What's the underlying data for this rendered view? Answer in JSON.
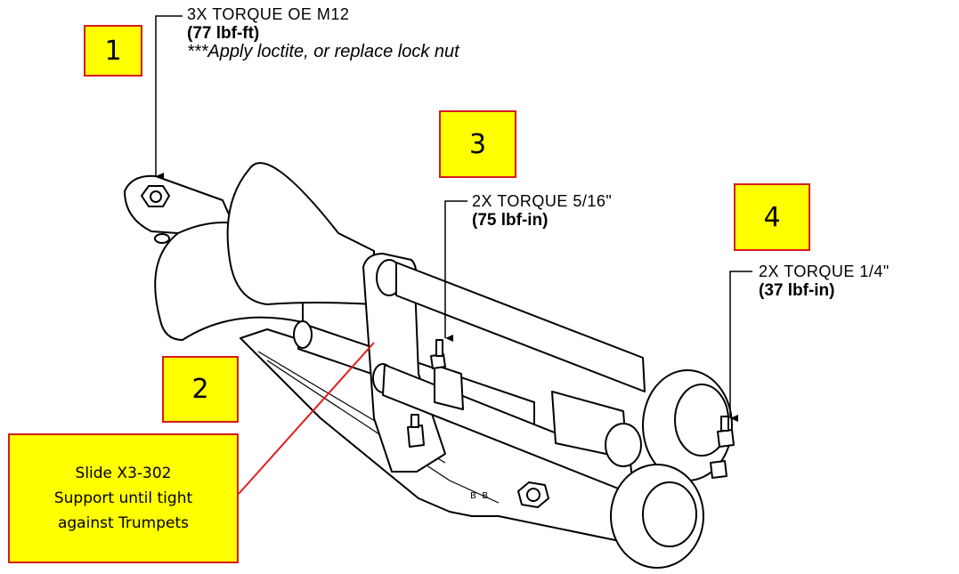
{
  "steps": [
    {
      "number": "1"
    },
    {
      "number": "2"
    },
    {
      "number": "3"
    },
    {
      "number": "4"
    }
  ],
  "notes": {
    "note1": {
      "line1": "3X TORQUE OE M12",
      "line2": "(77 lbf-ft)",
      "line3": "***Apply loctite, or replace lock nut"
    },
    "note3": {
      "line1": "2X TORQUE 5/16\"",
      "line2": "(75 lbf-in)"
    },
    "note4": {
      "line1": "2X TORQUE 1/4\"",
      "line2": "(37 lbf-in)"
    }
  },
  "callout": {
    "lines": [
      "Slide X3-302",
      "Support until tight",
      "against Trumpets"
    ]
  },
  "colors": {
    "box_fill": "#ffff00",
    "box_border": "#d81b1b",
    "line_art": "#000000"
  }
}
